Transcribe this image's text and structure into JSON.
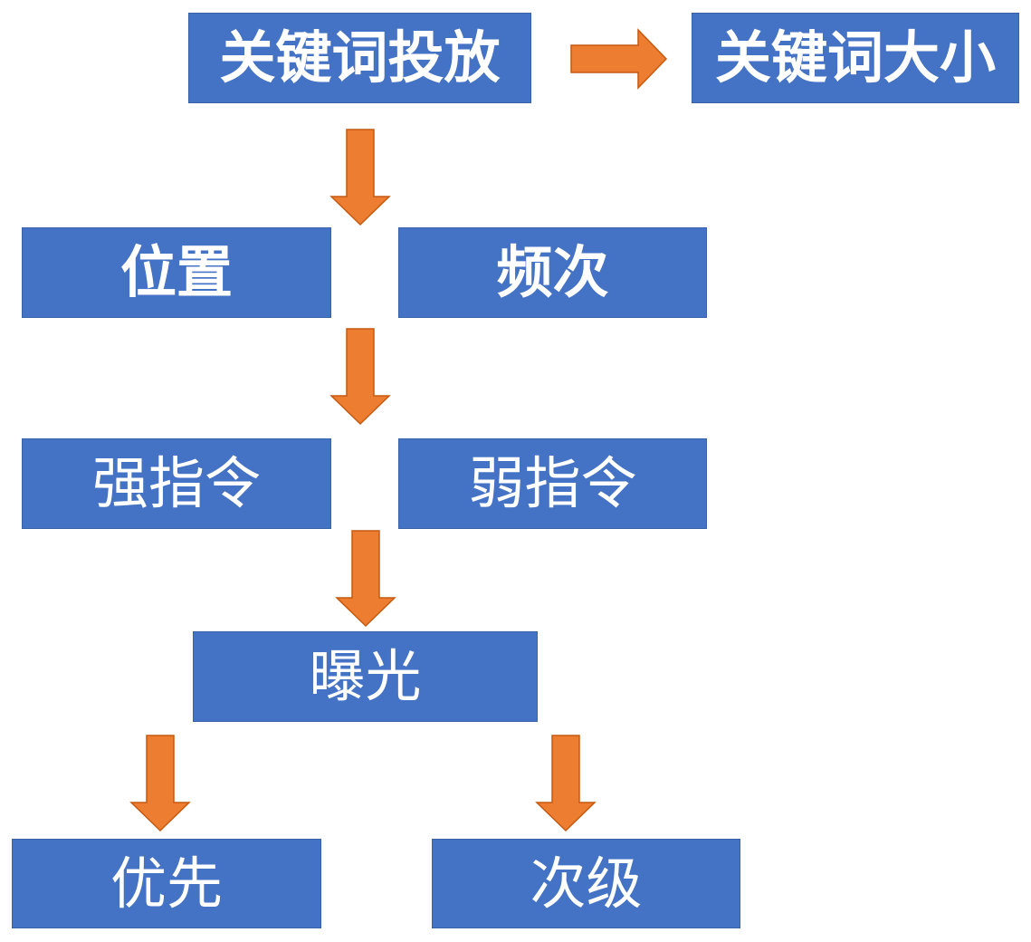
{
  "diagram": {
    "nodes": {
      "keyword_placement": "关键词投放",
      "keyword_size": "关键词大小",
      "position": "位置",
      "frequency": "频次",
      "strong_directive": "强指令",
      "weak_directive": "弱指令",
      "exposure": "曝光",
      "priority": "优先",
      "secondary": "次级"
    },
    "edges": [
      {
        "from": "keyword_placement",
        "to": "keyword_size"
      },
      {
        "from": "keyword_placement",
        "to": "position"
      },
      {
        "from": "keyword_placement",
        "to": "frequency"
      },
      {
        "from": "position",
        "to": "strong_directive"
      },
      {
        "from": "frequency",
        "to": "weak_directive"
      },
      {
        "from": "strong_directive",
        "to": "exposure"
      },
      {
        "from": "weak_directive",
        "to": "exposure"
      },
      {
        "from": "exposure",
        "to": "priority"
      },
      {
        "from": "exposure",
        "to": "secondary"
      }
    ],
    "colors": {
      "box_fill": "#4472C4",
      "box_text": "#FFFFFF",
      "arrow_fill": "#ED7D31",
      "arrow_stroke": "#C55A11"
    }
  }
}
